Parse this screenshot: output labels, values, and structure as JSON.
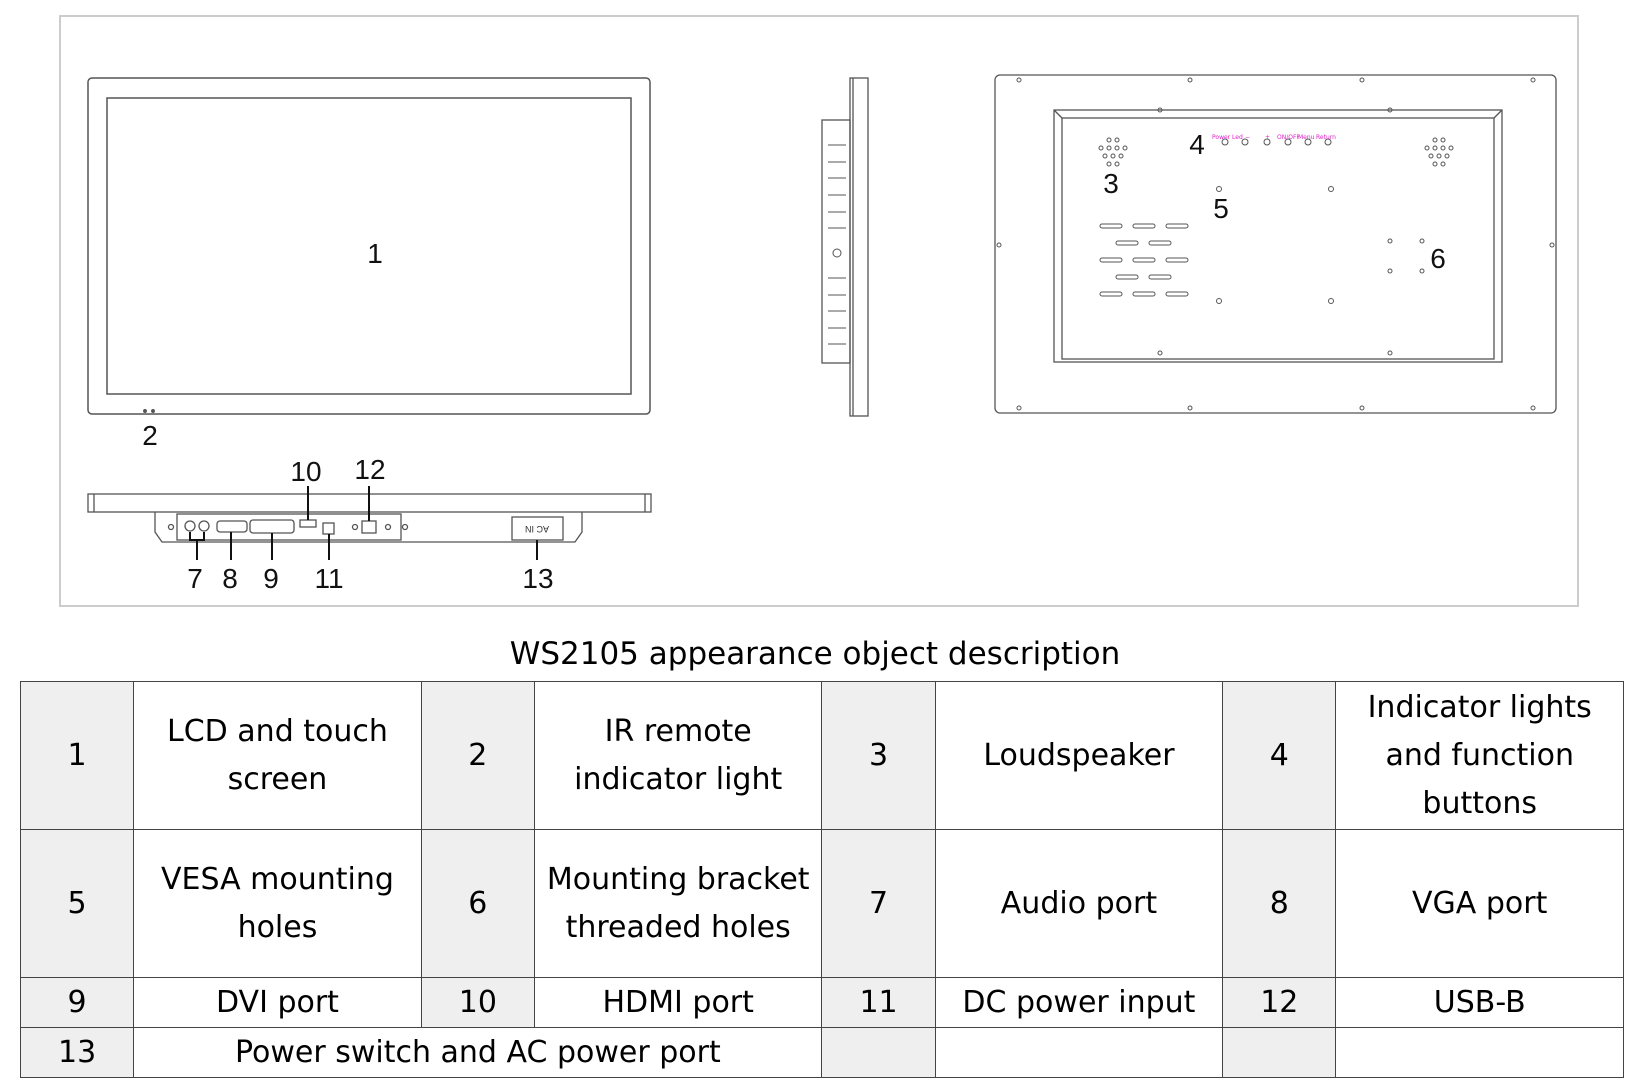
{
  "diagram": {
    "callouts": {
      "c1": "1",
      "c2": "2",
      "c3": "3",
      "c4": "4",
      "c5": "5",
      "c6": "6",
      "c7": "7",
      "c8": "8",
      "c9": "9",
      "c10": "10",
      "c11": "11",
      "c12": "12",
      "c13": "13"
    },
    "back_panel_labels": {
      "power_led": "Power Led",
      "minus": "−",
      "plus": "+",
      "on_off": "ON/OFF",
      "menu": "Menu",
      "return": "Return"
    },
    "ac_in_label": "AC IN",
    "colors": {
      "pink_labels": "#e020c8",
      "line": "#555555",
      "frame": "#cccccc"
    }
  },
  "caption": "WS2105 appearance object description",
  "table": {
    "rows": [
      [
        {
          "num": "1",
          "desc": "LCD and touch screen"
        },
        {
          "num": "2",
          "desc": "IR remote indicator light"
        },
        {
          "num": "3",
          "desc": "Loudspeaker"
        },
        {
          "num": "4",
          "desc": "Indicator lights and function buttons"
        }
      ],
      [
        {
          "num": "5",
          "desc": "VESA mounting holes"
        },
        {
          "num": "6",
          "desc": "Mounting bracket threaded holes"
        },
        {
          "num": "7",
          "desc": "Audio port"
        },
        {
          "num": "8",
          "desc": "VGA port"
        }
      ],
      [
        {
          "num": "9",
          "desc": "DVI port"
        },
        {
          "num": "10",
          "desc": "HDMI port"
        },
        {
          "num": "11",
          "desc": "DC power input"
        },
        {
          "num": "12",
          "desc": "USB-B"
        }
      ],
      [
        {
          "num": "13",
          "desc": "Power switch and AC power port"
        },
        {
          "num": "",
          "desc": ""
        },
        {
          "num": "",
          "desc": ""
        }
      ]
    ]
  }
}
